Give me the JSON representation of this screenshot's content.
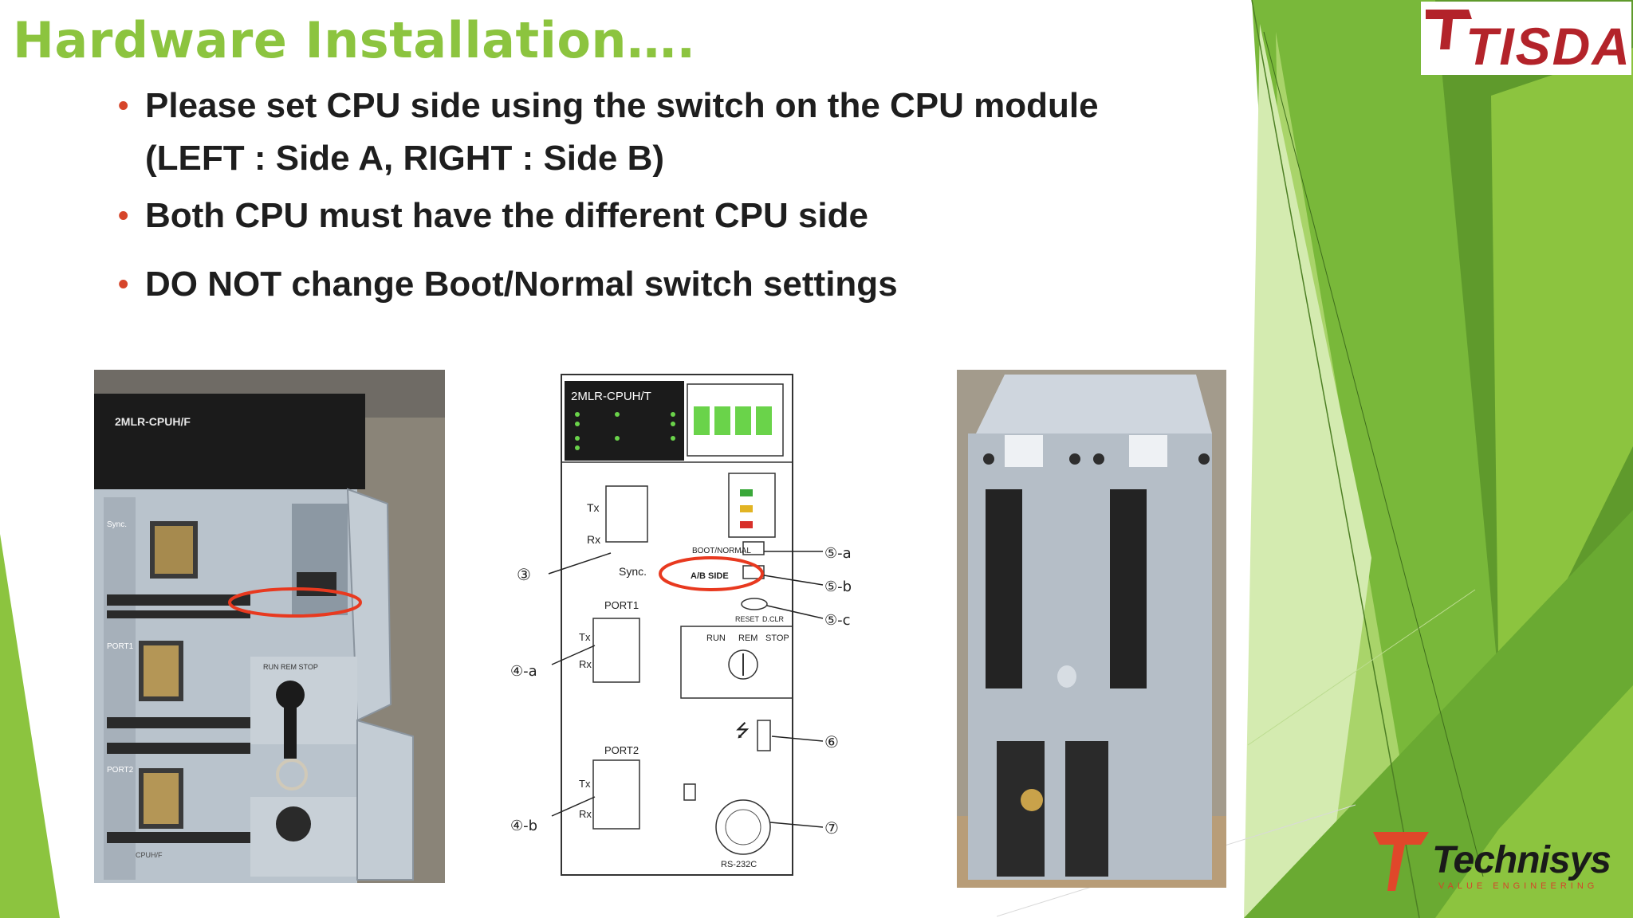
{
  "slide": {
    "title": "Hardware Installation….",
    "bullets": [
      {
        "line1": "Please set CPU side using the switch on the CPU module",
        "line2": "(LEFT : Side A, RIGHT : Side B)"
      },
      {
        "line1": "Both CPU must have the different CPU side"
      },
      {
        "line1": "DO NOT change Boot/Normal switch settings"
      }
    ]
  },
  "logos": {
    "tisda": "TISDA",
    "technisys": "Technisys",
    "technisys_tagline": "VALUE ENGINEERING"
  },
  "photo_left": {
    "model": "2MLR-CPUH/F",
    "sync": "Sync.",
    "port1": "PORT1",
    "port2": "PORT2",
    "run_rem_stop": "RUN REM STOP",
    "footer": "CPUH/F"
  },
  "diagram": {
    "model": "2MLR-CPUH/T",
    "tx": "Tx",
    "rx": "Rx",
    "sync": "Sync.",
    "port1": "PORT1",
    "port2": "PORT2",
    "boot_normal": "BOOT/NORMAL",
    "ab_side": "A/B SIDE",
    "reset": "RESET",
    "dclear": "D.CLR",
    "run": "RUN",
    "rem": "REM",
    "stop": "STOP",
    "rs232c": "RS-232C",
    "callouts": {
      "c3": "③",
      "c4a": "④-a",
      "c4b": "④-b",
      "c5a": "⑤-a",
      "c5b": "⑤-b",
      "c5c": "⑤-c",
      "c6": "⑥",
      "c7": "⑦"
    }
  },
  "colors": {
    "title_green": "#8cc43f",
    "bullet_red": "#d6452a",
    "highlight_red": "#e8391f",
    "green_dark": "#5f9a2c",
    "green_mid": "#79b83a",
    "green_light": "#c8e39a"
  }
}
